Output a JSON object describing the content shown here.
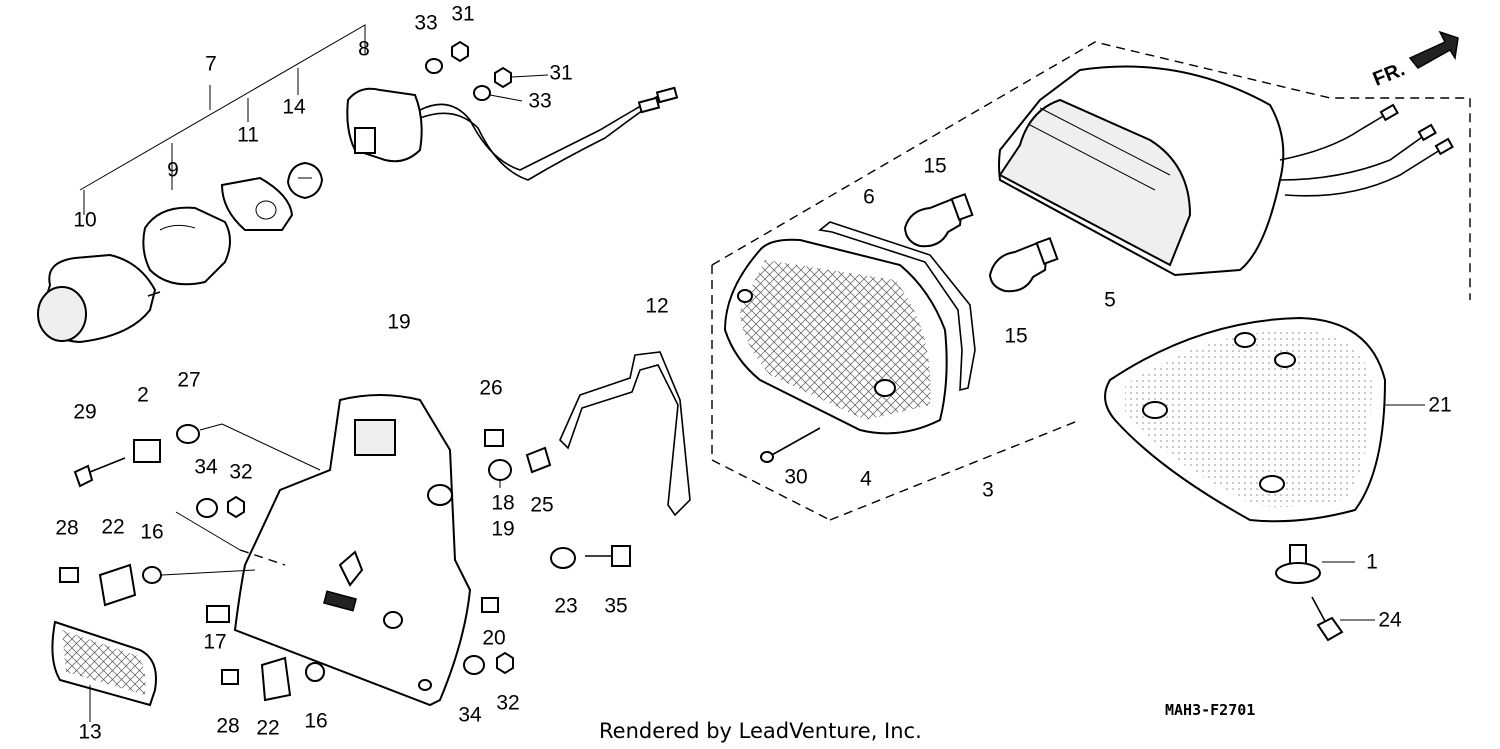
{
  "callouts": [
    "1",
    "2",
    "3",
    "4",
    "5",
    "6",
    "7",
    "8",
    "9",
    "10",
    "11",
    "12",
    "13",
    "14",
    "15",
    "15",
    "16",
    "16",
    "17",
    "18",
    "19",
    "19",
    "20",
    "21",
    "22",
    "22",
    "23",
    "24",
    "25",
    "26",
    "27",
    "28",
    "28",
    "29",
    "30",
    "31",
    "31",
    "32",
    "32",
    "33",
    "33",
    "34",
    "34",
    "35"
  ],
  "direction_label": "FR.",
  "credit": "Rendered by LeadVenture, Inc.",
  "diagram_code": "MAH3-F2701"
}
